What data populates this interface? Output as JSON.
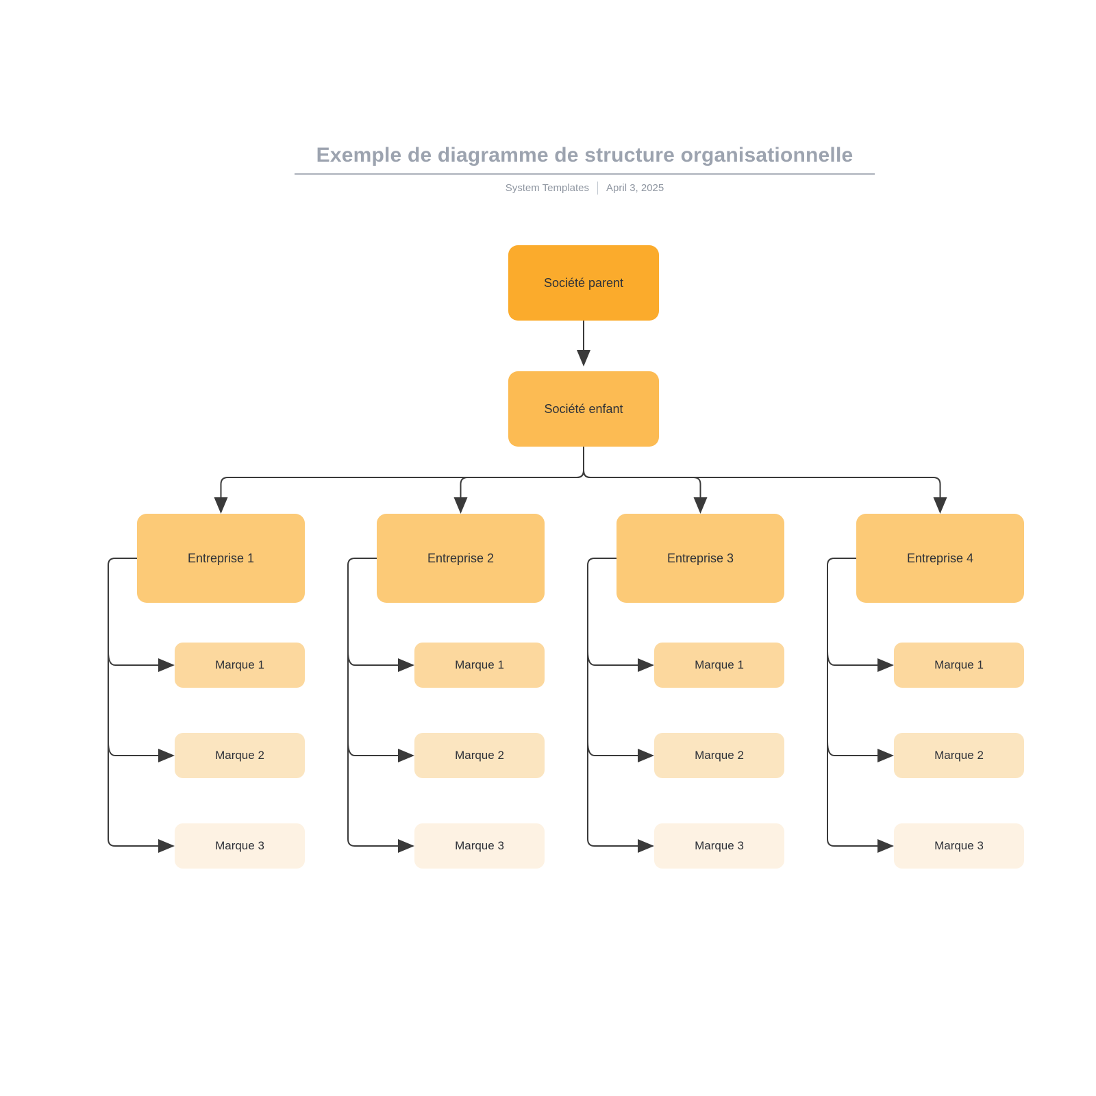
{
  "header": {
    "title": "Exemple de diagramme de structure organisationnelle",
    "byline": "System Templates",
    "date": "April 3, 2025"
  },
  "palette": {
    "parent_fill": "#FBAB2C",
    "child_fill": "#FCBB53",
    "enterprise_fill": "#FCCA77",
    "brand_fills": [
      "#FCD89E",
      "#FBE5C0",
      "#FDF2E3"
    ],
    "connector": "#3A3A3A",
    "node_text": "#2E3138",
    "title_text": "#9CA3AF",
    "subtitle_text": "#8F96A1",
    "rule": "#ABB1BB"
  },
  "org": {
    "root": {
      "label": "Société parent"
    },
    "child": {
      "label": "Société enfant"
    },
    "columns": [
      {
        "label": "Entreprise 1",
        "children": [
          "Marque 1",
          "Marque 2",
          "Marque 3"
        ]
      },
      {
        "label": "Entreprise 2",
        "children": [
          "Marque 1",
          "Marque 2",
          "Marque 3"
        ]
      },
      {
        "label": "Entreprise 3",
        "children": [
          "Marque 1",
          "Marque 2",
          "Marque 3"
        ]
      },
      {
        "label": "Entreprise 4",
        "children": [
          "Marque 1",
          "Marque 2",
          "Marque 3"
        ]
      }
    ]
  }
}
